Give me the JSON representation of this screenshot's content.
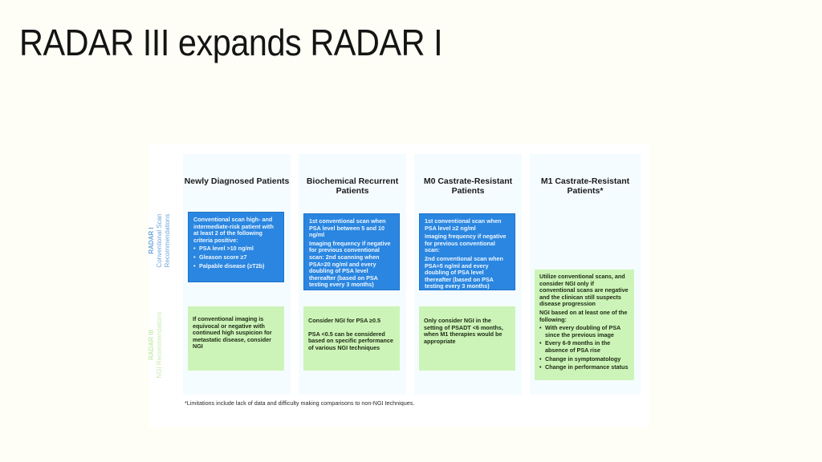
{
  "slide": {
    "title": "RADAR III expands RADAR I"
  },
  "row_labels": {
    "radar1": {
      "line1": "RADAR I",
      "line2": "Conventional Scan",
      "line3": "Recommendations",
      "color": "#6fa6dc"
    },
    "radar3": {
      "line1": "RADAR III",
      "line2": "NGI Recommendations",
      "color": "#c9ecaf"
    }
  },
  "columns": [
    {
      "header": "Newly Diagnosed Patients",
      "radar1": {
        "intro": "Conventional scan high- and intermediate-risk patient with at least 2 of the following criteria positive:",
        "bullets": [
          "PSA level >10 ng/ml",
          "Gleason score ≥7",
          "Palpable disease (≥T2b)"
        ]
      },
      "radar3": {
        "paragraphs": [
          "If conventional imaging is equivocal or negative with continued high suspicion for metastatic disease, consider NGI"
        ]
      }
    },
    {
      "header": "Biochemical Recurrent Patients",
      "radar1": {
        "paragraphs": [
          "1st conventional scan when PSA level between 5 and 10 ng/ml",
          "Imaging frequency if negative for previous conventional scan: 2nd scanning when PSA≈20 ng/ml and every doubling of PSA level thereafter (based on PSA testing every 3 months)"
        ]
      },
      "radar3": {
        "paragraphs": [
          "Consider NGI for PSA ≥0.5",
          "PSA <0.5 can be considered based on specific performance of various NGI techniques"
        ]
      }
    },
    {
      "header": "M0 Castrate-Resistant Patients",
      "radar1": {
        "paragraphs": [
          "1st conventional scan when PSA level ≥2 ng/ml",
          "Imaging frequency if negative for previous conventional scan:",
          "2nd conventional scan when PSA≈5 ng/ml and every doubling of PSA level thereafter (based on PSA testing every 3 months)"
        ]
      },
      "radar3": {
        "paragraphs": [
          "Only consider NGI in the setting of PSADT <6 months, when M1 therapies would be appropriate"
        ]
      }
    },
    {
      "header": "M1 Castrate-Resistant Patients*",
      "radar3": {
        "paragraphs": [
          "Utilize conventional scans, and consider NGI only if conventional scans are negative and the clinican still suspects disease progression",
          "NGI based on at least one of the following:"
        ],
        "bullets": [
          "With every doubling of PSA since the previous image",
          "Every 6-9 months in the absence of PSA rise",
          "Change in symptomatology",
          "Change in performance status"
        ]
      }
    }
  ],
  "footnote": "*Limitations include lack of data and difficulty making comparisons to non-NGI techniques.",
  "colors": {
    "radar1_box": "#2a86e0",
    "radar3_box": "#cdf4b8",
    "column_bg": "#f5fcff",
    "slide_bg": "#fefef6"
  }
}
